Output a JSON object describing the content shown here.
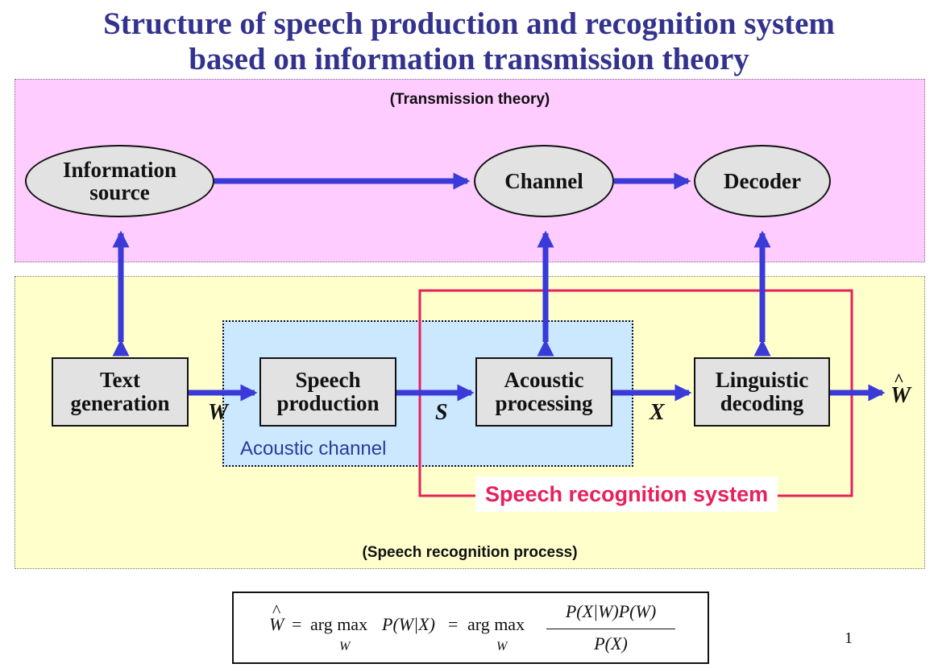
{
  "title": {
    "line1": "Structure of speech production and recognition system",
    "line2": "based on information transmission theory"
  },
  "regions": {
    "transmission_label": "(Transmission theory)",
    "speech_label": "(Speech recognition process)",
    "transmission_color": "#ffccff",
    "speech_color": "#ffffcc",
    "acoustic_channel_color": "#cce8ff"
  },
  "nodes": {
    "information_source": [
      "Information",
      "source"
    ],
    "channel": "Channel",
    "decoder": "Decoder",
    "text_generation": [
      "Text",
      "generation"
    ],
    "speech_production": [
      "Speech",
      "production"
    ],
    "acoustic_processing": [
      "Acoustic",
      "processing"
    ],
    "linguistic_decoding": [
      "Linguistic",
      "decoding"
    ]
  },
  "signals": {
    "w": "W",
    "s": "S",
    "x": "X",
    "w_hat": "W"
  },
  "groups": {
    "acoustic_channel": "Acoustic channel",
    "speech_recognition_system": "Speech recognition system"
  },
  "colors": {
    "arrow": "#3a3ad8",
    "recognition_border": "#e8205c",
    "node_fill": "#e2e2e2"
  },
  "formula": {
    "lhs": "W",
    "eq1": "=",
    "argmax": "arg max",
    "argmax_sub": "W",
    "posterior": "P(W|X)",
    "eq2": "=",
    "numerator": "P(X|W)P(W)",
    "denominator": "P(X)"
  },
  "page_number": "1"
}
